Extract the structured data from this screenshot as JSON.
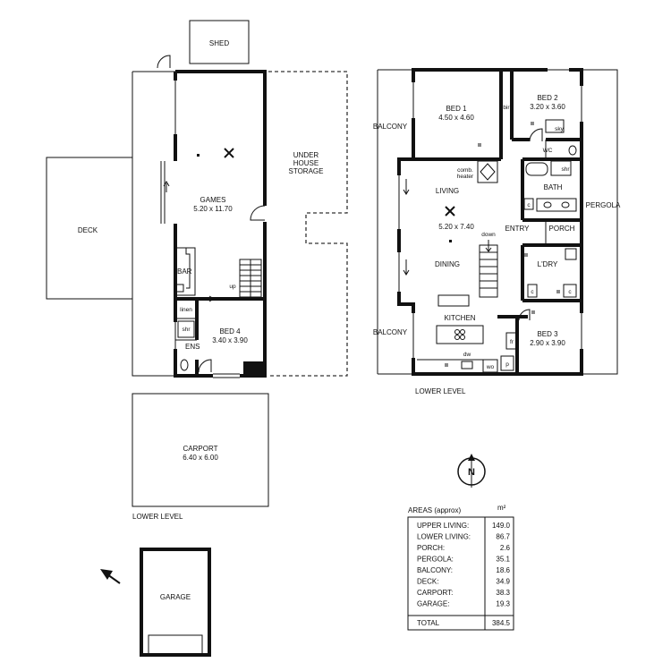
{
  "labels": {
    "shed": "SHED",
    "deck": "DECK",
    "games": "GAMES",
    "games_dim": "5.20 x 11.70",
    "under_house_1": "UNDER",
    "under_house_2": "HOUSE",
    "under_house_3": "STORAGE",
    "bar": "BAR",
    "up": "up",
    "linen": "linen",
    "shr_lower": "shr",
    "ens": "ENS",
    "bed4": "BED 4",
    "bed4_dim": "3.40 x 3.90",
    "carport": "CARPORT",
    "carport_dim": "6.40 x 6.00",
    "lower_level_left": "LOWER LEVEL",
    "garage": "GARAGE",
    "balcony_top": "BALCONY",
    "balcony_bottom": "BALCONY",
    "bed1": "BED 1",
    "bed1_dim": "4.50 x 4.60",
    "bir": "bir",
    "bed2": "BED 2",
    "bed2_dim": "3.20 x 3.60",
    "sky": "sky",
    "wc": "WC",
    "shr_upper": "shr",
    "comb_heater_1": "comb.",
    "comb_heater_2": "heater",
    "living": "LIVING",
    "living_dim": "5.20 x 7.40",
    "bath": "BATH",
    "c1": "c",
    "pergola": "PERGOLA",
    "down": "down",
    "entry": "ENTRY",
    "porch": "PORCH",
    "dining": "DINING",
    "ldry": "L'DRY",
    "c2": "c",
    "c3": "c",
    "kitchen": "KITCHEN",
    "fr": "fr",
    "bed3": "BED 3",
    "bed3_dim": "2.90 x 3.90",
    "dw": "dw",
    "wo": "wo",
    "p": "p",
    "lower_level_right": "LOWER LEVEL",
    "north": "N"
  },
  "areas": {
    "title": "AREAS (approx)",
    "unit": "m²",
    "rows": [
      {
        "label": "UPPER LIVING:",
        "value": "149.0"
      },
      {
        "label": "LOWER LIVING:",
        "value": "86.7"
      },
      {
        "label": "PORCH:",
        "value": "2.6"
      },
      {
        "label": "PERGOLA:",
        "value": "35.1"
      },
      {
        "label": "BALCONY:",
        "value": "18.6"
      },
      {
        "label": "DECK:",
        "value": "34.9"
      },
      {
        "label": "CARPORT:",
        "value": "38.3"
      },
      {
        "label": "GARAGE:",
        "value": "19.3"
      }
    ],
    "total_label": "TOTAL",
    "total_value": "384.5"
  }
}
